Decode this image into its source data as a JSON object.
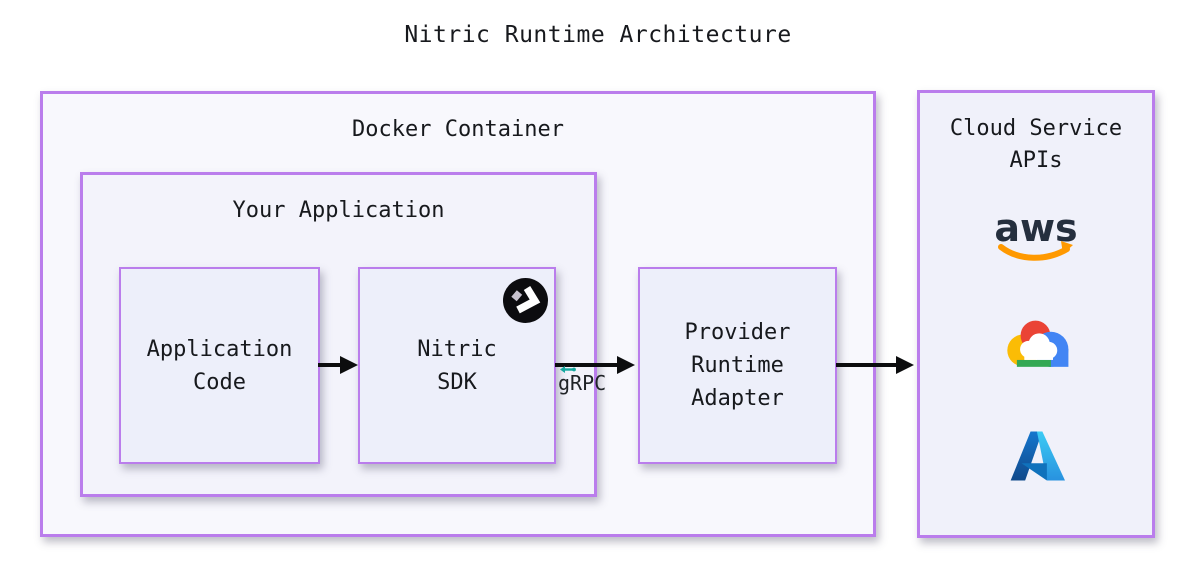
{
  "title": "Nitric Runtime Architecture",
  "boxes": {
    "docker_container": {
      "label": "Docker Container"
    },
    "your_application": {
      "label": "Your Application"
    },
    "application_code": {
      "lines": [
        "Application",
        "Code"
      ]
    },
    "nitric_sdk": {
      "lines": [
        "Nitric",
        "SDK"
      ]
    },
    "provider_runtime_adapter": {
      "lines": [
        "Provider",
        "Runtime",
        "Adapter"
      ]
    },
    "cloud_service_apis": {
      "lines": [
        "Cloud Service",
        "APIs"
      ]
    }
  },
  "connections": {
    "app_code_to_sdk": {
      "type": "arrow-right"
    },
    "sdk_to_adapter": {
      "type": "arrow-right",
      "label": "gRPC"
    },
    "adapter_to_cloud": {
      "type": "arrow-right"
    }
  },
  "logos": {
    "nitric": {
      "icon": "nitric-logo-icon"
    },
    "grpc": {
      "icon": "grpc-plug-icon"
    },
    "aws": {
      "icon": "aws-logo",
      "text": "aws"
    },
    "google_cloud": {
      "icon": "google-cloud-logo"
    },
    "azure": {
      "icon": "azure-logo"
    }
  },
  "colors": {
    "border_purple": "#ba7dec",
    "fill_outer": "#f8f8fd",
    "fill_inner": "#edeffa",
    "arrow_black": "#0c0d0e",
    "grpc_teal": "#16a8a0",
    "aws_navy": "#252f3e",
    "aws_orange": "#ff9900",
    "gcp_blue": "#4285f4",
    "gcp_red": "#ea4335",
    "gcp_yellow": "#fbbc05",
    "gcp_green": "#34a853",
    "azure_dark": "#114a8b",
    "azure_light": "#3ccbf4"
  }
}
